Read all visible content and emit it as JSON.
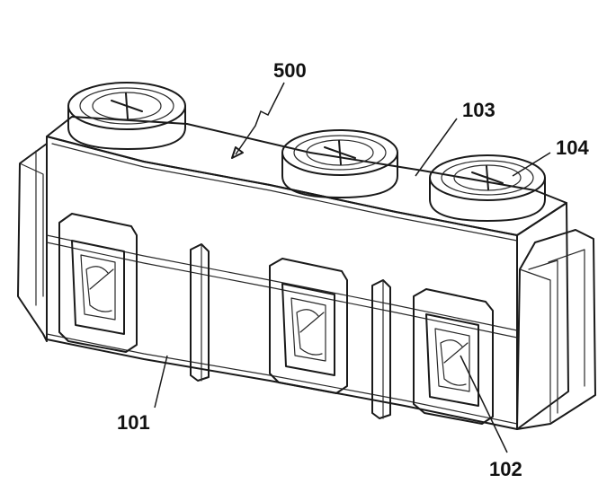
{
  "figure": {
    "callouts": [
      {
        "id": "500",
        "text": "500"
      },
      {
        "id": "103",
        "text": "103"
      },
      {
        "id": "104",
        "text": "104"
      },
      {
        "id": "101",
        "text": "101"
      },
      {
        "id": "102",
        "text": "102"
      }
    ]
  },
  "colors": {
    "line": "#1a1a1a",
    "face_light": "#f7f7f7",
    "face_mid": "#efefef",
    "face_dark": "#e2e2e2"
  }
}
